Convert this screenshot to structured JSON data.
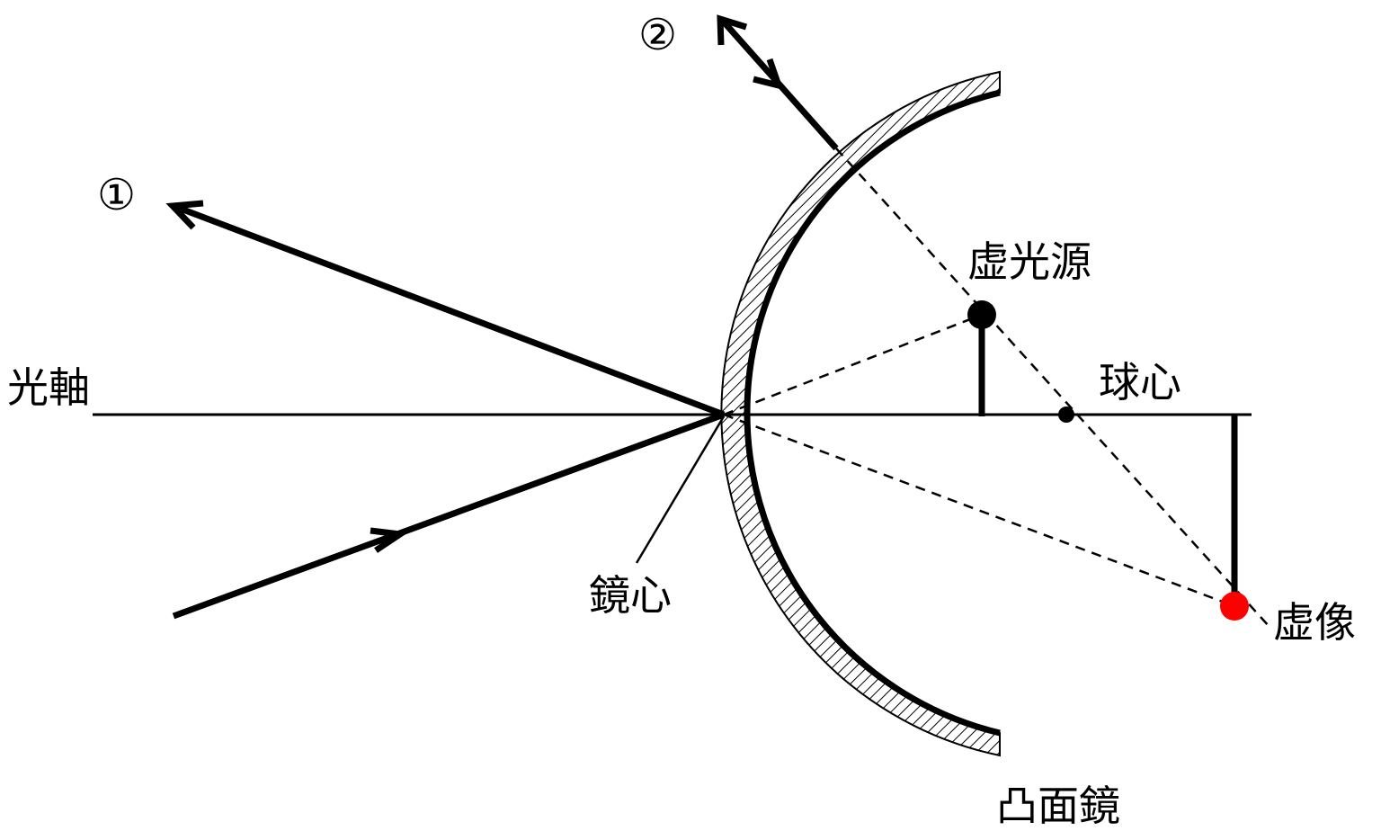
{
  "labels": {
    "ray1": "①",
    "ray2": "②",
    "optical_axis": "光軸",
    "virtual_source": "虚光源",
    "sphere_center": "球心",
    "mirror_center": "鏡心",
    "virtual_image": "虚像",
    "convex_mirror": "凸面鏡"
  },
  "colors": {
    "ink": "#000000",
    "image_point": "#ff0000"
  }
}
